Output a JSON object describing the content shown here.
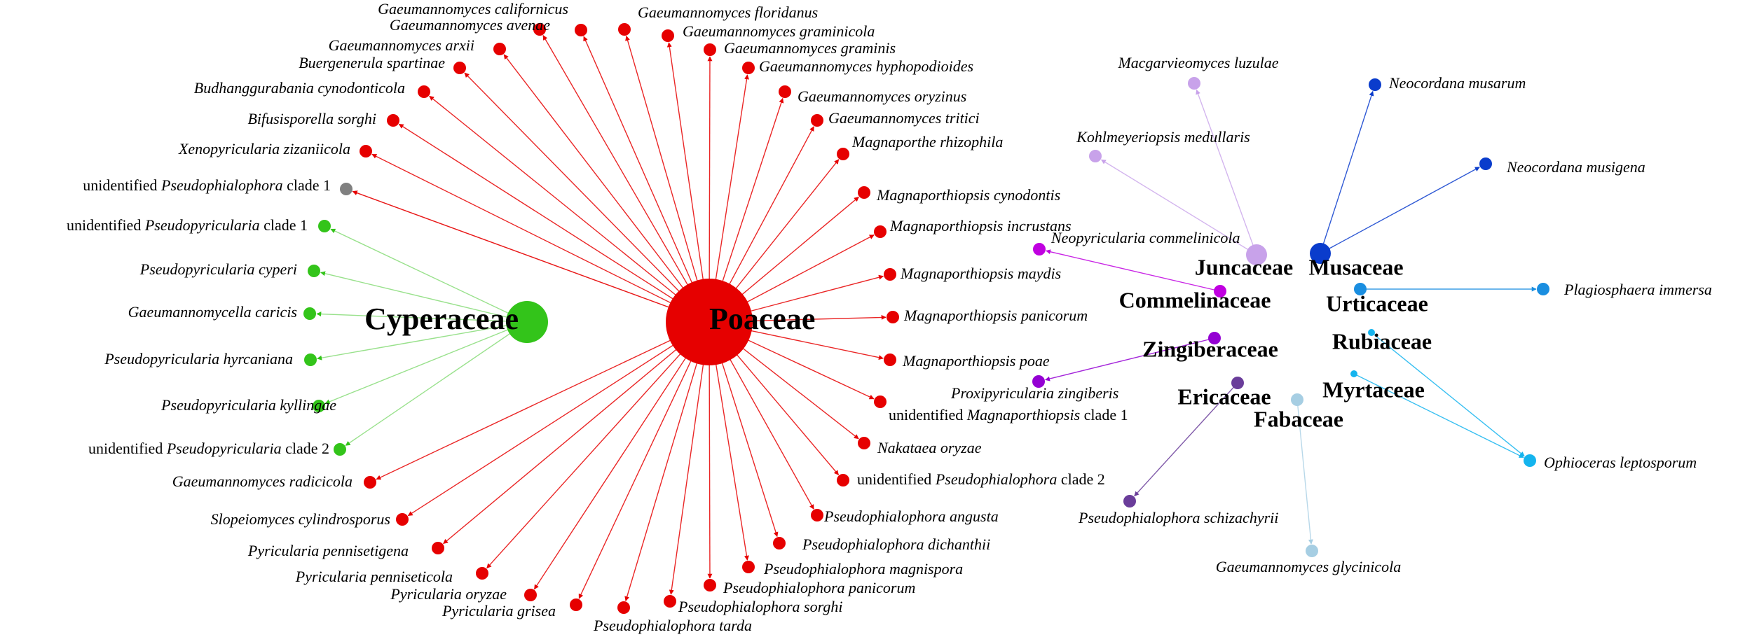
{
  "graph": {
    "hosts": [
      {
        "id": "poaceae",
        "label": "Poaceae",
        "color": "#e60000"
      },
      {
        "id": "cyperaceae",
        "label": "Cyperaceae",
        "color": "#33c41a"
      },
      {
        "id": "juncaceae",
        "label": "Juncaceae",
        "color": "#c8a2ea"
      },
      {
        "id": "musaceae",
        "label": "Musaceae",
        "color": "#0a3ccc"
      },
      {
        "id": "commelinaceae",
        "label": "Commelinaceae",
        "color": "#c000e0"
      },
      {
        "id": "urticaceae",
        "label": "Urticaceae",
        "color": "#1a8ee0"
      },
      {
        "id": "zingiberaceae",
        "label": "Zingiberaceae",
        "color": "#9400d3"
      },
      {
        "id": "rubiaceae",
        "label": "Rubiaceae",
        "color": "#14b4ee"
      },
      {
        "id": "ericaceae",
        "label": "Ericaceae",
        "color": "#6a3d9a"
      },
      {
        "id": "myrtaceae",
        "label": "Myrtaceae",
        "color": "#14b4ee"
      },
      {
        "id": "fabaceae",
        "label": "Fabaceae",
        "color": "#a6cee3"
      }
    ],
    "species": [
      {
        "id": "s1",
        "host": "poaceae",
        "label": "Gaeumannomyces californicus"
      },
      {
        "id": "s2",
        "host": "poaceae",
        "label": "Gaeumannomyces avenae"
      },
      {
        "id": "s3",
        "host": "poaceae",
        "label": "Gaeumannomyces arxii"
      },
      {
        "id": "s4",
        "host": "poaceae",
        "label": "Buergenerula spartinae"
      },
      {
        "id": "s5",
        "host": "poaceae",
        "label": "Budhanggurabania cynodonticola"
      },
      {
        "id": "s6",
        "host": "poaceae",
        "label": "Bifusisporella sorghi"
      },
      {
        "id": "s7",
        "host": "poaceae",
        "label": "Xenopyricularia zizaniicola"
      },
      {
        "id": "s8",
        "host": "poaceae",
        "label": "unidentified Pseudophialophora clade 1",
        "prefix": "unidentified ",
        "name": "Pseudophialophora",
        "suffix": " clade 1",
        "color": "#808080"
      },
      {
        "id": "s9",
        "host": "poaceae",
        "label": "Gaeumannomyces floridanus"
      },
      {
        "id": "s10",
        "host": "poaceae",
        "label": "Gaeumannomyces graminicola"
      },
      {
        "id": "s11",
        "host": "poaceae",
        "label": "Gaeumannomyces graminis"
      },
      {
        "id": "s12",
        "host": "poaceae",
        "label": "Gaeumannomyces hyphopodioides"
      },
      {
        "id": "s13",
        "host": "poaceae",
        "label": "Gaeumannomyces oryzinus"
      },
      {
        "id": "s14",
        "host": "poaceae",
        "label": "Gaeumannomyces tritici"
      },
      {
        "id": "s15",
        "host": "poaceae",
        "label": "Magnaporthe rhizophila"
      },
      {
        "id": "s16",
        "host": "poaceae",
        "label": "Magnaporthiopsis cynodontis"
      },
      {
        "id": "s17",
        "host": "poaceae",
        "label": "Magnaporthiopsis incrustans"
      },
      {
        "id": "s18",
        "host": "poaceae",
        "label": "Magnaporthiopsis maydis"
      },
      {
        "id": "s19",
        "host": "poaceae",
        "label": "Magnaporthiopsis panicorum"
      },
      {
        "id": "s20",
        "host": "poaceae",
        "label": "Magnaporthiopsis poae"
      },
      {
        "id": "s21",
        "host": "poaceae",
        "label": "unidentified Magnaporthiopsis clade 1",
        "prefix": "unidentified ",
        "name": "Magnaporthiopsis",
        "suffix": " clade 1"
      },
      {
        "id": "s22",
        "host": "poaceae",
        "label": "Nakataea oryzae"
      },
      {
        "id": "s23",
        "host": "poaceae",
        "label": "unidentified Pseudophialophora clade 2",
        "prefix": "unidentified ",
        "name": "Pseudophialophora",
        "suffix": " clade 2"
      },
      {
        "id": "s24",
        "host": "poaceae",
        "label": "Pseudophialophora angusta"
      },
      {
        "id": "s25",
        "host": "poaceae",
        "label": "Pseudophialophora dichanthii"
      },
      {
        "id": "s26",
        "host": "poaceae",
        "label": "Pseudophialophora magnispora"
      },
      {
        "id": "s27",
        "host": "poaceae",
        "label": "Pseudophialophora panicorum"
      },
      {
        "id": "s28",
        "host": "poaceae",
        "label": "Pseudophialophora sorghi"
      },
      {
        "id": "s29",
        "host": "poaceae",
        "label": "Pseudophialophora tarda"
      },
      {
        "id": "s30",
        "host": "poaceae",
        "label": "Pyricularia grisea"
      },
      {
        "id": "s31",
        "host": "poaceae",
        "label": "Pyricularia oryzae"
      },
      {
        "id": "s32",
        "host": "poaceae",
        "label": "Pyricularia penniseticola"
      },
      {
        "id": "s33",
        "host": "poaceae",
        "label": "Pyricularia pennisetigena"
      },
      {
        "id": "s34",
        "host": "poaceae",
        "label": "Slopeiomyces cylindrosporus"
      },
      {
        "id": "s35",
        "host": "poaceae",
        "label": "Gaeumannomyces radicicola"
      },
      {
        "id": "s36",
        "host": "cyperaceae",
        "label": "unidentified Pseudopyricularia clade 1",
        "prefix": "unidentified ",
        "name": "Pseudopyricularia",
        "suffix": " clade 1"
      },
      {
        "id": "s37",
        "host": "cyperaceae",
        "label": "Pseudopyricularia cyperi"
      },
      {
        "id": "s38",
        "host": "cyperaceae",
        "label": "Gaeumannomycella caricis"
      },
      {
        "id": "s39",
        "host": "cyperaceae",
        "label": "Pseudopyricularia hyrcaniana"
      },
      {
        "id": "s40",
        "host": "cyperaceae",
        "label": "Pseudopyricularia kyllingae"
      },
      {
        "id": "s41",
        "host": "cyperaceae",
        "label": "unidentified Pseudopyricularia clade 2",
        "prefix": "unidentified ",
        "name": "Pseudopyricularia",
        "suffix": " clade 2"
      },
      {
        "id": "s42",
        "host": "juncaceae",
        "label": "Macgarvieomyces luzulae"
      },
      {
        "id": "s43",
        "host": "juncaceae",
        "label": "Kohlmeyeriopsis medullaris"
      },
      {
        "id": "s44",
        "host": "musaceae",
        "label": "Neocordana musarum"
      },
      {
        "id": "s45",
        "host": "musaceae",
        "label": "Neocordana musigena"
      },
      {
        "id": "s46",
        "host": "commelinaceae",
        "label": "Neopyricularia commelinicola"
      },
      {
        "id": "s47",
        "host": "urticaceae",
        "label": "Plagiosphaera immersa"
      },
      {
        "id": "s48",
        "host": "zingiberaceae",
        "label": "Proxipyricularia zingiberis"
      },
      {
        "id": "s49",
        "host": "ericaceae",
        "label": "Pseudophialophora schizachyrii"
      },
      {
        "id": "s50",
        "host": "fabaceae",
        "label": "Gaeumannomyces glycinicola"
      },
      {
        "id": "s51",
        "host": "rubiaceae",
        "label": "Ophioceras leptosporum"
      }
    ],
    "extra_edges": [
      {
        "from": "poaceae",
        "to": "s8"
      },
      {
        "from": "myrtaceae",
        "to": "s51"
      }
    ]
  }
}
